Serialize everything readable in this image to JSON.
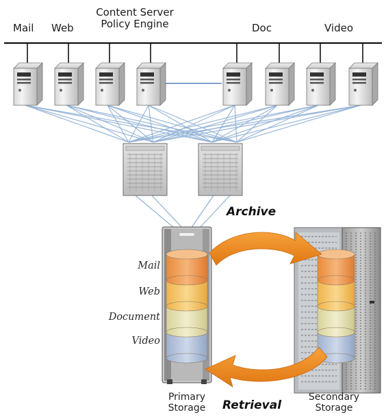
{
  "servers": {
    "mail": "Mail",
    "web": "Web",
    "policy_engine": "Content Server\nPolicy Engine",
    "doc": "Doc",
    "video": "Video"
  },
  "flows": {
    "archive": "Archive",
    "retrieval": "Retrieval"
  },
  "tiers": [
    "Mail",
    "Web",
    "Document",
    "Video"
  ],
  "storage": {
    "primary": "Primary\nStorage",
    "secondary": "Secondary\nStorage"
  },
  "colors": {
    "arrow": "#f08a1e",
    "tier_mail": "#f2a35a",
    "tier_web": "#f6c76a",
    "tier_document": "#e6e2b0",
    "tier_video": "#b6c4dc",
    "links": "#8fb0d4"
  }
}
